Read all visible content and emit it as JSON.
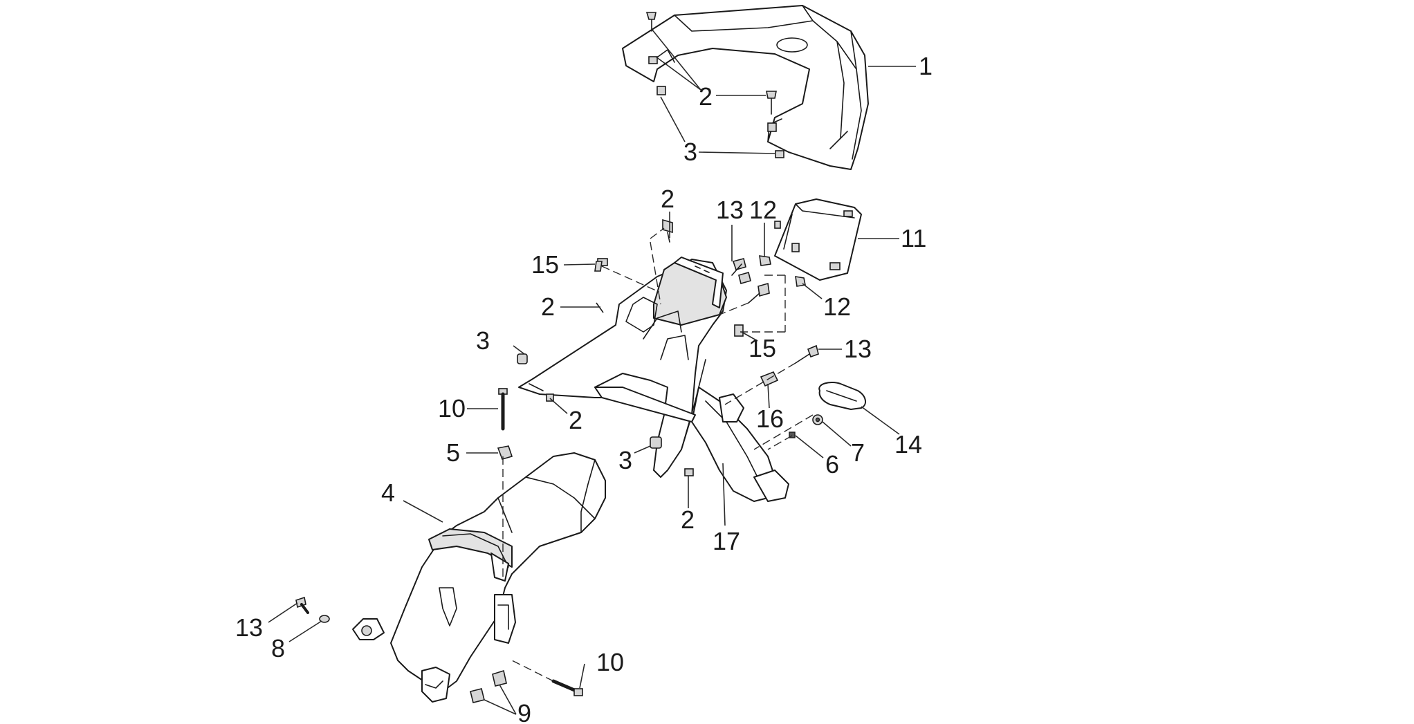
{
  "callouts": [
    {
      "id": "c1",
      "label": "1"
    },
    {
      "id": "c2a",
      "label": "2"
    },
    {
      "id": "c3a",
      "label": "3"
    },
    {
      "id": "c2b",
      "label": "2"
    },
    {
      "id": "c13a",
      "label": "13"
    },
    {
      "id": "c12a",
      "label": "12"
    },
    {
      "id": "c11",
      "label": "11"
    },
    {
      "id": "c15a",
      "label": "15"
    },
    {
      "id": "c2c",
      "label": "2"
    },
    {
      "id": "c12b",
      "label": "12"
    },
    {
      "id": "c3b",
      "label": "3"
    },
    {
      "id": "c15b",
      "label": "15"
    },
    {
      "id": "c13b",
      "label": "13"
    },
    {
      "id": "c10a",
      "label": "10"
    },
    {
      "id": "c2d",
      "label": "2"
    },
    {
      "id": "c16",
      "label": "16"
    },
    {
      "id": "c14",
      "label": "14"
    },
    {
      "id": "c7",
      "label": "7"
    },
    {
      "id": "c5",
      "label": "5"
    },
    {
      "id": "c3c",
      "label": "3"
    },
    {
      "id": "c6",
      "label": "6"
    },
    {
      "id": "c4",
      "label": "4"
    },
    {
      "id": "c2e",
      "label": "2"
    },
    {
      "id": "c17",
      "label": "17"
    },
    {
      "id": "c13c",
      "label": "13"
    },
    {
      "id": "c8",
      "label": "8"
    },
    {
      "id": "c10b",
      "label": "10"
    },
    {
      "id": "c9",
      "label": "9"
    }
  ]
}
